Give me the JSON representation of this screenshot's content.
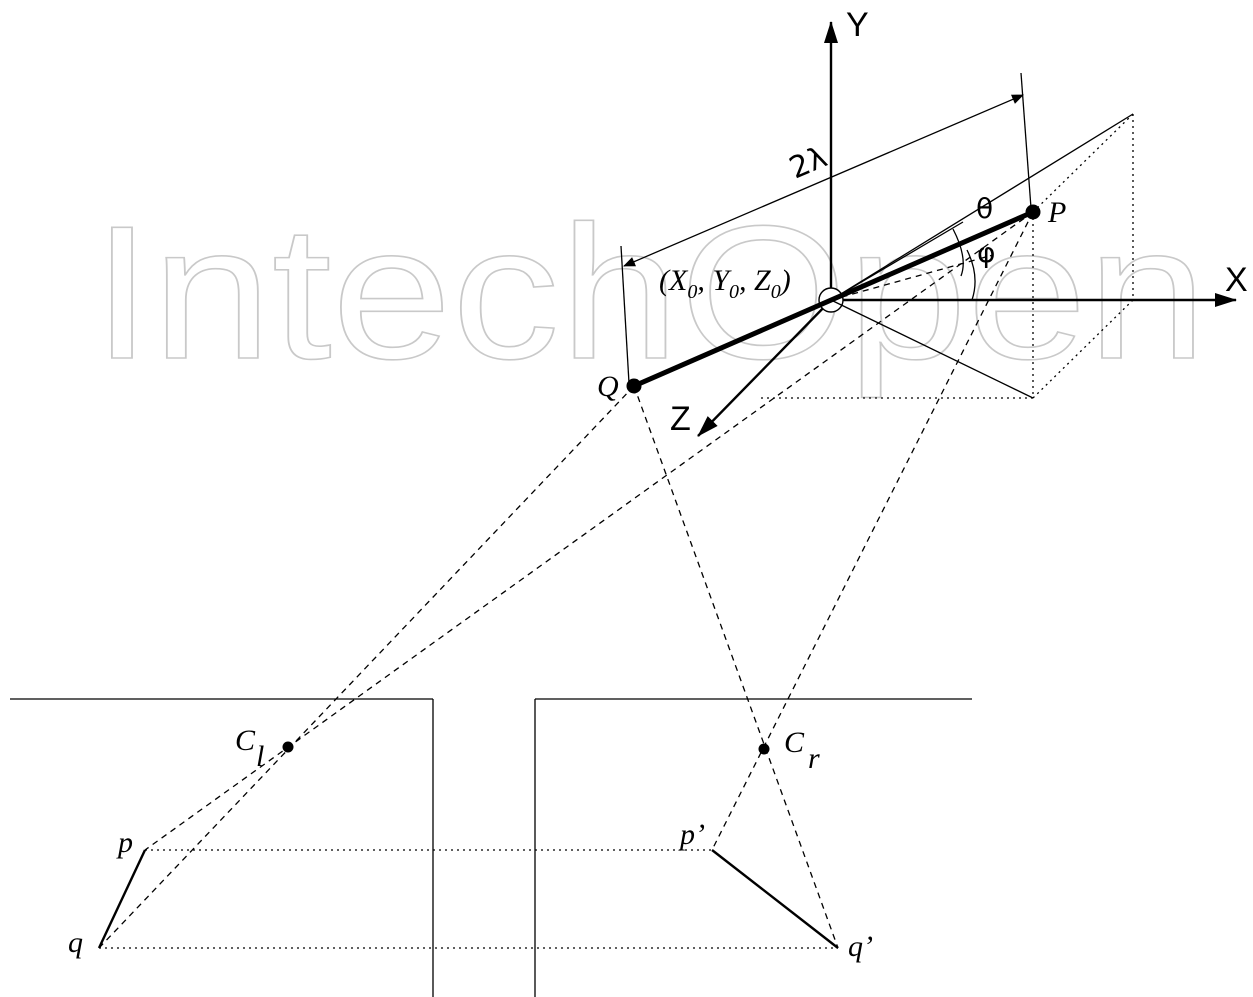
{
  "watermark": {
    "text": "IntechOpen"
  },
  "axes": {
    "x_label": "X",
    "y_label": "Y",
    "z_label": "Z"
  },
  "segment": {
    "dimension_label": "2λ",
    "origin_label": "(X",
    "origin_sub0": "0",
    "origin_mid1": ", Y",
    "origin_sub1": "0",
    "origin_mid2": ", Z",
    "origin_sub2": "0",
    "origin_close": ")"
  },
  "angles": {
    "theta": "θ",
    "phi": "φ"
  },
  "points": {
    "P": "P",
    "Q": "Q",
    "p": "p",
    "q": "q",
    "p_prime": "p’",
    "q_prime": "q’",
    "camera_left": "C",
    "camera_left_sub": "l",
    "camera_right": "C",
    "camera_right_sub": "r"
  },
  "colors": {
    "ink": "#000000",
    "watermark": "#c9c9c9",
    "background": "#ffffff"
  }
}
